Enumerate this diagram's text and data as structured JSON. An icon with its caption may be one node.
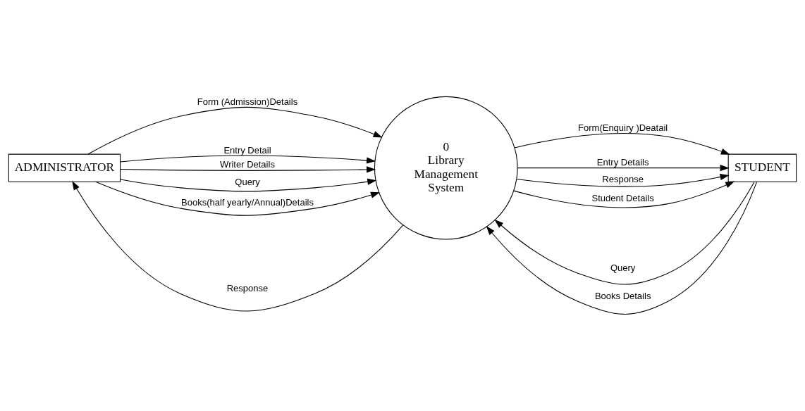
{
  "diagram": {
    "nodes": [
      {
        "text": [
          "ADMINISTRATOR"
        ]
      },
      {
        "text": [
          "0",
          "Library Management System"
        ]
      },
      {
        "text": [
          "STUDENT"
        ]
      }
    ],
    "edges": [
      {
        "from": 0,
        "to": 1,
        "arrow": "to",
        "label": "Form (Admission)Details"
      },
      {
        "from": 0,
        "to": 1,
        "arrow": "to",
        "label": "Entry Detail"
      },
      {
        "from": 0,
        "to": 1,
        "arrow": "to",
        "label": "Writer Details"
      },
      {
        "from": 1,
        "to": 2,
        "arrow": "to",
        "label": "Form(Enquiry )Deatail"
      },
      {
        "from": 1,
        "to": 2,
        "arrow": "to",
        "label": "Entry Details"
      },
      {
        "from": 2,
        "to": 1,
        "arrow": "to",
        "label": "Query"
      },
      {
        "from": 1,
        "to": 2,
        "arrow": "to",
        "label": "Response"
      },
      {
        "from": 1,
        "to": 2,
        "arrow": "to",
        "label": "Student Details"
      },
      {
        "from": 2,
        "to": 1,
        "arrow": "to",
        "label": "Books Details"
      },
      {
        "from": 1,
        "to": 0,
        "arrow": "to",
        "label": "Response"
      },
      {
        "from": 0,
        "to": 1,
        "arrow": "to",
        "label": "Query"
      },
      {
        "from": 0,
        "to": 1,
        "arrow": "to",
        "label": "Books(half yearly/Annual)Details"
      }
    ]
  }
}
